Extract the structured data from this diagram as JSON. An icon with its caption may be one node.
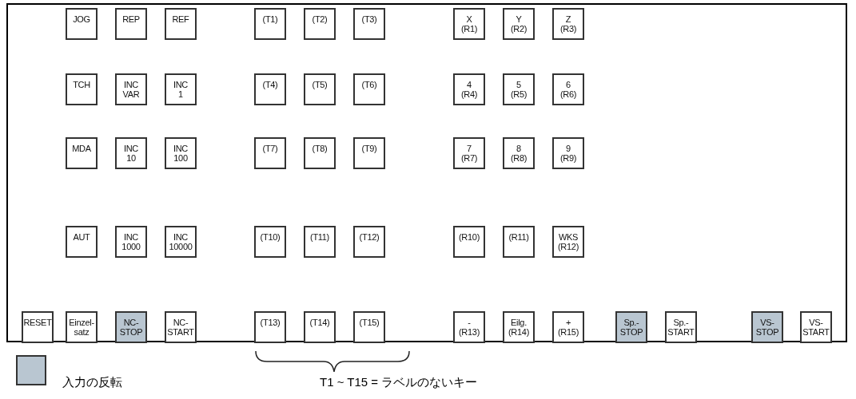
{
  "diagram": {
    "nodes": [
      {
        "text": [],
        "shape": "box"
      },
      {
        "text": [
          "JOG"
        ],
        "in": 0
      },
      {
        "text": [
          "REP"
        ],
        "in": 0
      },
      {
        "text": [
          "REF"
        ],
        "in": 0
      },
      {
        "text": [
          "(T1)"
        ],
        "in": 0
      },
      {
        "text": [
          "(T2)"
        ],
        "in": 0
      },
      {
        "text": [
          "(T3)"
        ],
        "in": 0
      },
      {
        "text": [
          "X",
          "(R1)"
        ],
        "in": 0
      },
      {
        "text": [
          "Y",
          "(R2)"
        ],
        "in": 0
      },
      {
        "text": [
          "Z",
          "(R3)"
        ],
        "in": 0
      },
      {
        "text": [
          "TCH"
        ],
        "in": 0
      },
      {
        "text": [
          "INC",
          "VAR"
        ],
        "in": 0
      },
      {
        "text": [
          "INC",
          "1"
        ],
        "in": 0
      },
      {
        "text": [
          "(T4)"
        ],
        "in": 0
      },
      {
        "text": [
          "(T5)"
        ],
        "in": 0
      },
      {
        "text": [
          "(T6)"
        ],
        "in": 0
      },
      {
        "text": [
          "4",
          "(R4)"
        ],
        "in": 0
      },
      {
        "text": [
          "5",
          "(R5)"
        ],
        "in": 0
      },
      {
        "text": [
          "6",
          "(R6)"
        ],
        "in": 0
      },
      {
        "text": [
          "MDA"
        ],
        "in": 0
      },
      {
        "text": [
          "INC",
          "10"
        ],
        "in": 0
      },
      {
        "text": [
          "INC",
          "100"
        ],
        "in": 0
      },
      {
        "text": [
          "(T7)"
        ],
        "in": 0
      },
      {
        "text": [
          "(T8)"
        ],
        "in": 0
      },
      {
        "text": [
          "(T9)"
        ],
        "in": 0
      },
      {
        "text": [
          "7",
          "(R7)"
        ],
        "in": 0
      },
      {
        "text": [
          "8",
          "(R8)"
        ],
        "in": 0
      },
      {
        "text": [
          "9",
          "(R9)"
        ],
        "in": 0
      },
      {
        "text": [
          "AUT"
        ],
        "in": 0
      },
      {
        "text": [
          "INC",
          "1000"
        ],
        "in": 0
      },
      {
        "text": [
          "INC",
          "10000"
        ],
        "in": 0
      },
      {
        "text": [
          "(T10)"
        ],
        "in": 0
      },
      {
        "text": [
          "(T11)"
        ],
        "in": 0
      },
      {
        "text": [
          "(T12)"
        ],
        "in": 0
      },
      {
        "text": [
          "(R10)"
        ],
        "in": 0
      },
      {
        "text": [
          "(R11)"
        ],
        "in": 0
      },
      {
        "text": [
          "WKS",
          "(R12)"
        ],
        "in": 0
      },
      {
        "text": [
          "RESET"
        ],
        "in": 0
      },
      {
        "text": [
          "Einzel-",
          "satz"
        ],
        "in": 0
      },
      {
        "text": [
          "NC-",
          "STOP"
        ],
        "in": 0
      },
      {
        "text": [
          "NC-",
          "START"
        ],
        "in": 0
      },
      {
        "text": [
          "(T13)"
        ],
        "in": 0
      },
      {
        "text": [
          "(T14)"
        ],
        "in": 0
      },
      {
        "text": [
          "(T15)"
        ],
        "in": 0
      },
      {
        "text": [
          "-",
          "(R13)"
        ],
        "in": 0
      },
      {
        "text": [
          "Eilg.",
          "(R14)"
        ],
        "in": 0
      },
      {
        "text": [
          "+",
          "(R15)"
        ],
        "in": 0
      },
      {
        "text": [
          "Sp.-",
          "STOP"
        ],
        "in": 0
      },
      {
        "text": [
          "Sp.-",
          "START"
        ],
        "in": 0
      },
      {
        "text": [
          "VS-",
          "STOP"
        ],
        "in": 0
      },
      {
        "text": [
          "VS-",
          "START"
        ],
        "in": 0
      }
    ],
    "edges": [],
    "labels": [
      "T1 ~ T15 = ラベルのないキー"
    ],
    "legend": [
      {
        "text": "入力の反転",
        "color": "#b9c6d1"
      }
    ]
  }
}
